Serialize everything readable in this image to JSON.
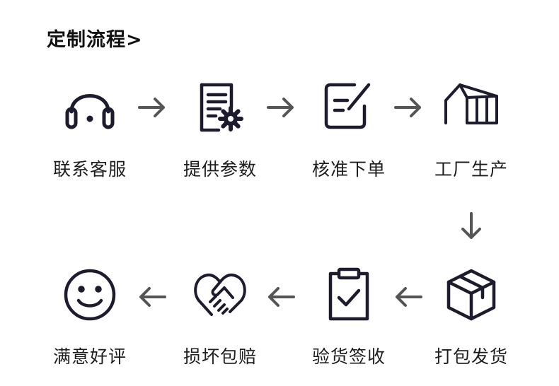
{
  "header": {
    "title": "定制流程>"
  },
  "steps": [
    {
      "label": "联系客服",
      "icon": "headset-icon"
    },
    {
      "label": "提供参数",
      "icon": "document-gear-icon"
    },
    {
      "label": "核准下单",
      "icon": "edit-form-icon"
    },
    {
      "label": "工厂生产",
      "icon": "factory-icon"
    },
    {
      "label": "打包发货",
      "icon": "package-box-icon"
    },
    {
      "label": "验货签收",
      "icon": "clipboard-check-icon"
    },
    {
      "label": "损坏包赔",
      "icon": "heart-handshake-icon"
    },
    {
      "label": "满意好评",
      "icon": "smiley-face-icon"
    }
  ],
  "colors": {
    "icon_stroke": "#1d1b2e",
    "arrow": "#555555",
    "text": "#1d1d1d"
  }
}
